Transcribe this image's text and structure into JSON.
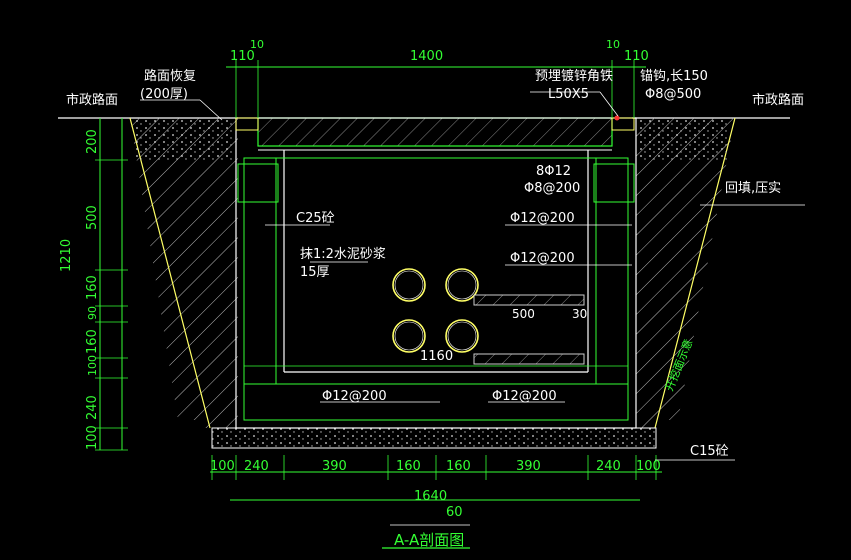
{
  "title": "A-A剖面图",
  "top_dims": [
    "110",
    "10",
    "1400",
    "10",
    "110"
  ],
  "left_dims": [
    "200",
    "500",
    "160",
    "90",
    "160",
    "100",
    "240",
    "100"
  ],
  "left_total": "1210",
  "bottom_dims": [
    "100",
    "240",
    "390",
    "160",
    "160",
    "390",
    "240",
    "100"
  ],
  "bottom_total": "1640",
  "bottom_extra": "60",
  "inner_dims": {
    "width": "1160",
    "shelf_len": "500",
    "shelf_gap": "30"
  },
  "labels": {
    "road_left": "市政路面",
    "road_right": "市政路面",
    "pavement_restore": "路面恢复",
    "pavement_thickness": "(200厚)",
    "angle_steel": "预埋镀锌角铁",
    "angle_spec": "L50X5",
    "anchor_bar": "锚钩,长150",
    "anchor_spacing": "Φ8@500",
    "concrete": "C25砼",
    "mortar": "抹1:2水泥砂浆",
    "mortar_thickness": "15厚",
    "backfill": "回填,压实",
    "excavation": "开挖面示意",
    "base_concrete": "C15砼",
    "rebar_main": "8Φ12",
    "rebar_stirrup": "Φ8@200",
    "rebar_wall_1": "Φ12@200",
    "rebar_wall_2": "Φ12@200",
    "rebar_base_1": "Φ12@200",
    "rebar_base_2": "Φ12@200"
  },
  "colors": {
    "line_green": "#33ff33",
    "line_yellow": "#ffff66",
    "line_white": "#ffffff",
    "hatch": "#c8c8c8"
  }
}
